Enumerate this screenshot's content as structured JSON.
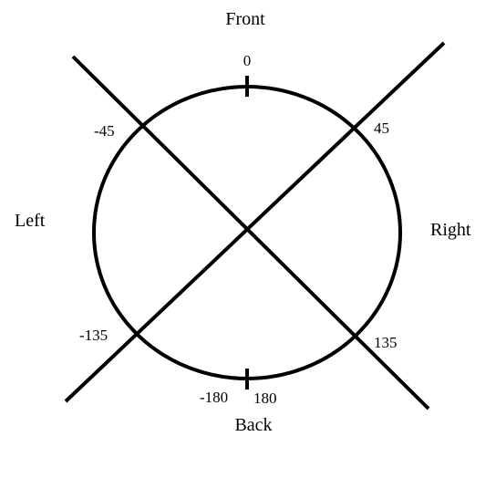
{
  "directions": {
    "front": "Front",
    "back": "Back",
    "left": "Left",
    "right": "Right"
  },
  "angles": {
    "front_center": "0",
    "front_right": "45",
    "front_left": "-45",
    "back_right": "135",
    "back_left": "-135",
    "back_center_left": "-180",
    "back_center_right": "180"
  },
  "colors": {
    "stroke": "#000000",
    "background": "#ffffff"
  }
}
